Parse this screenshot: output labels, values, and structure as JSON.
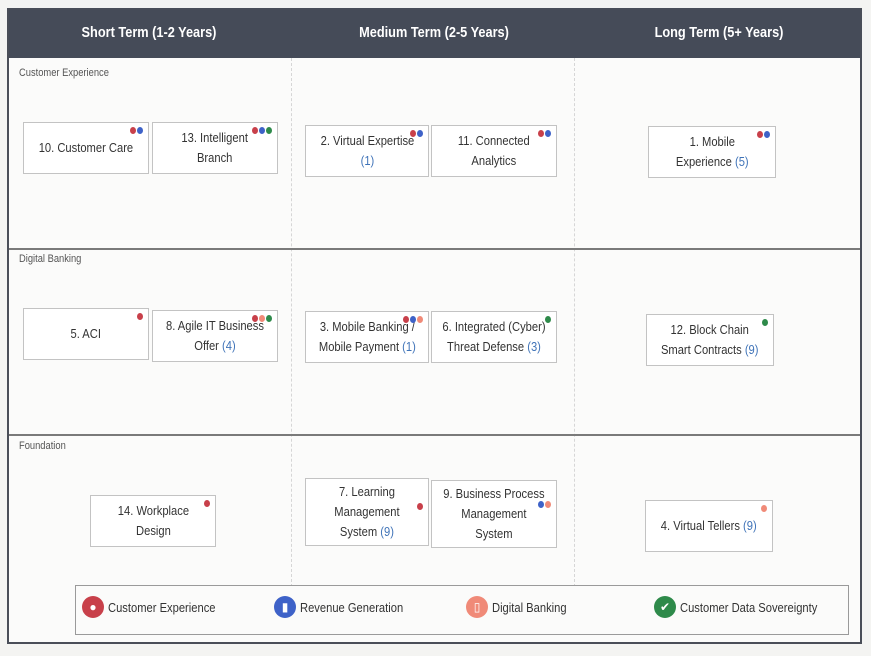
{
  "header": {
    "col1": "Short Term (1-2 Years)",
    "col2": "Medium Term (2-5 Years)",
    "col3": "Long Term (5+ Years)"
  },
  "rows": {
    "r1": "Customer Experience",
    "r2": "Digital Banking",
    "r3": "Foundation"
  },
  "cards": {
    "c10": {
      "l1": "10. Customer Care"
    },
    "c13": {
      "l1": "13. Intelligent",
      "l2": "Branch"
    },
    "c2": {
      "l1": "2. Virtual Expertise",
      "n": "(1)"
    },
    "c11": {
      "l1": "11. Connected",
      "l2": "Analytics"
    },
    "c1": {
      "l1": "1. Mobile",
      "l2": "Experience",
      "n": "(5)"
    },
    "c5": {
      "l1": "5. ACI"
    },
    "c8": {
      "l1": "8. Agile IT Business",
      "l2": "Offer",
      "n": "(4)"
    },
    "c3": {
      "l1": "3. Mobile Banking /",
      "l2": "Mobile Payment",
      "n": "(1)"
    },
    "c6": {
      "l1": "6. Integrated (Cyber)",
      "l2": "Threat Defense",
      "n": "(3)"
    },
    "c12": {
      "l1": "12. Block Chain",
      "l2": "Smart Contracts",
      "n": "(9)"
    },
    "c14": {
      "l1": "14. Workplace",
      "l2": "Design"
    },
    "c7": {
      "l1": "7. Learning",
      "l2": "Management",
      "l3": "System",
      "n": "(9)"
    },
    "c9": {
      "l1": "9. Business Process",
      "l2": "Management",
      "l3": "System"
    },
    "c4": {
      "l1": "4. Virtual Tellers",
      "n": "(9)"
    }
  },
  "legend": {
    "a": "Customer Experience",
    "b": "Revenue Generation",
    "c": "Digital Banking",
    "d": "Customer Data Sovereignty"
  },
  "colors": {
    "header": "#454b58",
    "red": "#c8404a",
    "blue": "#3e62c8",
    "peach": "#f08a78",
    "green": "#2e8a4a"
  }
}
